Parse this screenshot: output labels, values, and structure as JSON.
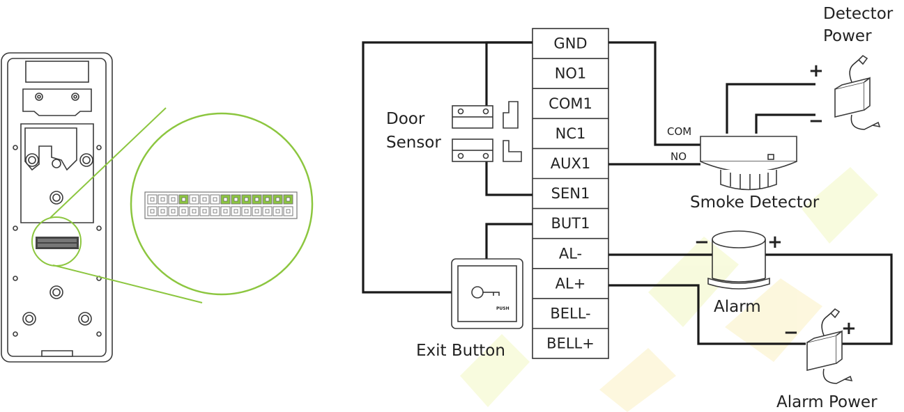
{
  "terminals": [
    "GND",
    "NO1",
    "COM1",
    "NC1",
    "AUX1",
    "SEN1",
    "BUT1",
    "AL-",
    "AL+",
    "BELL-",
    "BELL+"
  ],
  "labels": {
    "detector_power_line1": "Detector",
    "detector_power_line2": "Power",
    "door_sensor_line1": "Door",
    "door_sensor_line2": "Sensor",
    "smoke_detector": "Smoke Detector",
    "alarm": "Alarm",
    "exit_button": "Exit Button",
    "alarm_power": "Alarm Power",
    "com": "COM",
    "no": "NO",
    "push": "PUSH"
  },
  "polarity": {
    "plus": "+",
    "minus": "−"
  },
  "colors": {
    "accent": "#8cc63f",
    "connector_highlight": "#8cc63f",
    "wire": "#1a1a1a"
  }
}
